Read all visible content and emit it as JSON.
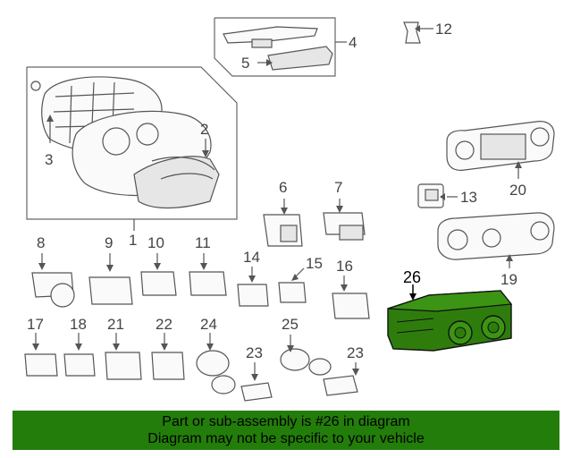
{
  "callouts": {
    "c1": "1",
    "c2": "2",
    "c3": "3",
    "c4": "4",
    "c5": "5",
    "c6": "6",
    "c7": "7",
    "c8": "8",
    "c9": "9",
    "c10": "10",
    "c11": "11",
    "c12": "12",
    "c13": "13",
    "c14": "14",
    "c15": "15",
    "c16": "16",
    "c17": "17",
    "c18": "18",
    "c19": "19",
    "c20": "20",
    "c21": "21",
    "c22": "22",
    "c23a": "23",
    "c23b": "23",
    "c24": "24",
    "c25": "25",
    "c26": "26"
  },
  "banner": {
    "line1": "Part or sub-assembly is #26 in diagram",
    "line2": "Diagram may not be specific to your vehicle",
    "color": "#237d0a"
  },
  "highlight": {
    "part": "26",
    "color": "#2e7d0c"
  }
}
